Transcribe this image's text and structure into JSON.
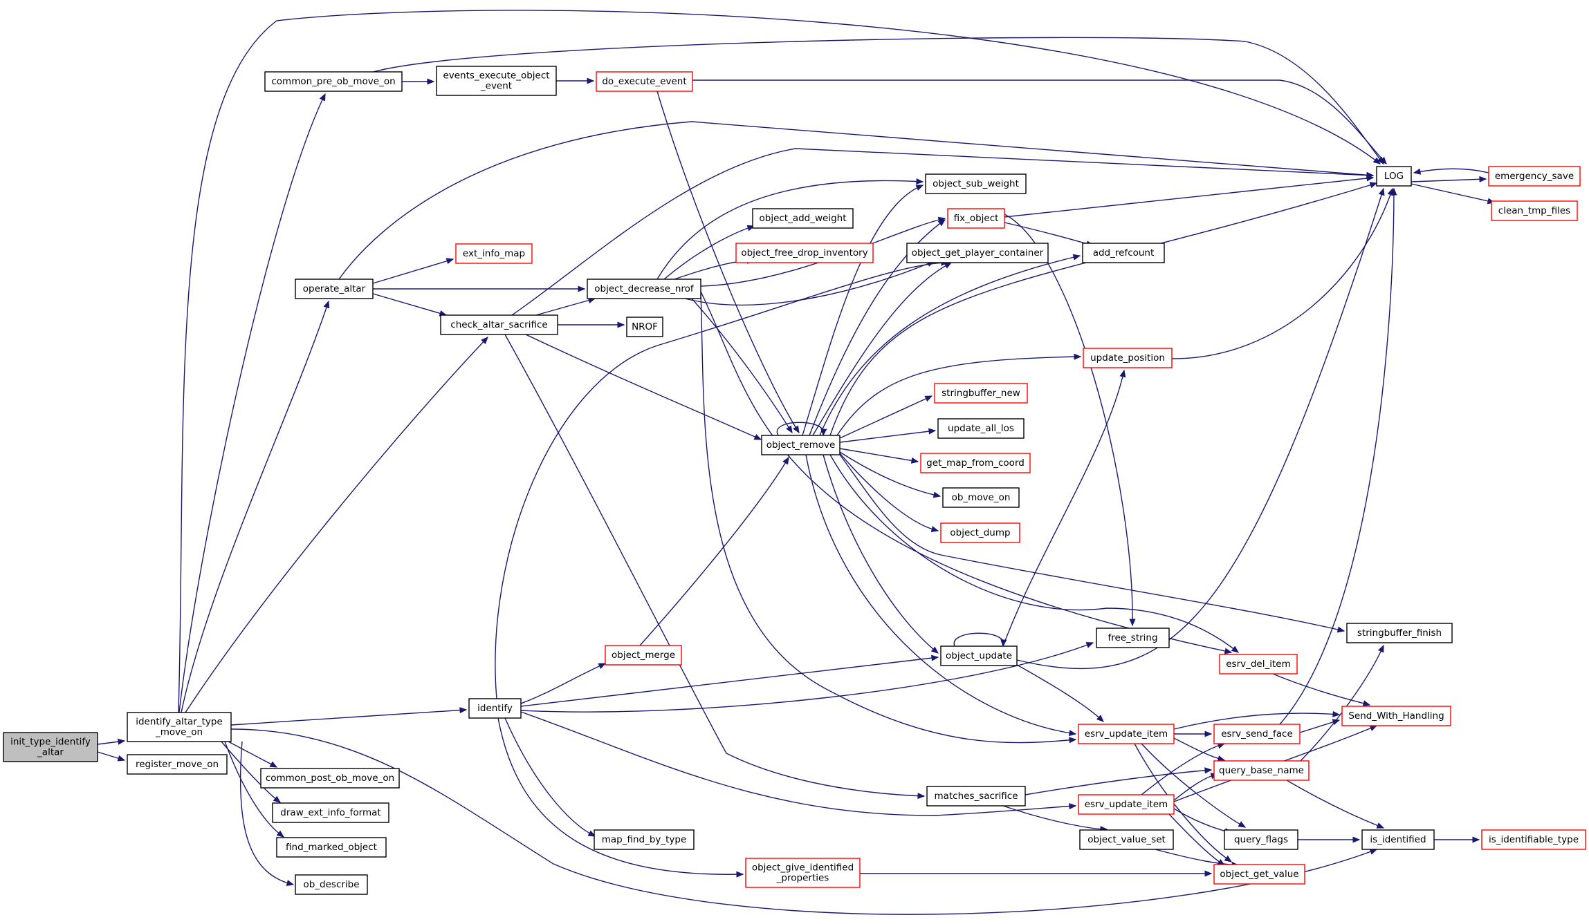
{
  "colors": {
    "edge": "#191970",
    "box_normal": "#000000",
    "box_truncated": "#ff0000",
    "box_root_fill": "#bfbfbf",
    "background": "#ffffff"
  },
  "nodes": [
    {
      "id": "init_type",
      "lines": [
        "init_type_identify",
        "_altar"
      ],
      "kind": "root"
    },
    {
      "id": "identify_altar",
      "lines": [
        "identify_altar_type",
        "_move_on"
      ],
      "kind": "normal"
    },
    {
      "id": "register_move_on",
      "lines": [
        "register_move_on"
      ],
      "kind": "normal"
    },
    {
      "id": "common_pre",
      "lines": [
        "common_pre_ob_move_on"
      ],
      "kind": "normal"
    },
    {
      "id": "events_exec",
      "lines": [
        "events_execute_object",
        "_event"
      ],
      "kind": "normal"
    },
    {
      "id": "do_execute_event",
      "lines": [
        "do_execute_event"
      ],
      "kind": "truncated"
    },
    {
      "id": "LOG",
      "lines": [
        "LOG"
      ],
      "kind": "normal"
    },
    {
      "id": "emergency_save",
      "lines": [
        "emergency_save"
      ],
      "kind": "truncated"
    },
    {
      "id": "clean_tmp_files",
      "lines": [
        "clean_tmp_files"
      ],
      "kind": "truncated"
    },
    {
      "id": "operate_altar",
      "lines": [
        "operate_altar"
      ],
      "kind": "normal"
    },
    {
      "id": "ext_info_map",
      "lines": [
        "ext_info_map"
      ],
      "kind": "truncated"
    },
    {
      "id": "check_altar",
      "lines": [
        "check_altar_sacrifice"
      ],
      "kind": "normal"
    },
    {
      "id": "object_decrease_nrof",
      "lines": [
        "object_decrease_nrof"
      ],
      "kind": "normal"
    },
    {
      "id": "NROF",
      "lines": [
        "NROF"
      ],
      "kind": "normal"
    },
    {
      "id": "object_sub_weight",
      "lines": [
        "object_sub_weight"
      ],
      "kind": "normal"
    },
    {
      "id": "object_add_weight",
      "lines": [
        "object_add_weight"
      ],
      "kind": "normal"
    },
    {
      "id": "object_free_drop",
      "lines": [
        "object_free_drop_inventory"
      ],
      "kind": "truncated"
    },
    {
      "id": "fix_object",
      "lines": [
        "fix_object"
      ],
      "kind": "truncated"
    },
    {
      "id": "object_get_player_container",
      "lines": [
        "object_get_player_container"
      ],
      "kind": "normal"
    },
    {
      "id": "add_refcount",
      "lines": [
        "add_refcount"
      ],
      "kind": "normal"
    },
    {
      "id": "update_position",
      "lines": [
        "update_position"
      ],
      "kind": "truncated"
    },
    {
      "id": "stringbuffer_new",
      "lines": [
        "stringbuffer_new"
      ],
      "kind": "truncated"
    },
    {
      "id": "update_all_los",
      "lines": [
        "update_all_los"
      ],
      "kind": "normal"
    },
    {
      "id": "object_remove",
      "lines": [
        "object_remove"
      ],
      "kind": "normal"
    },
    {
      "id": "get_map_from_coord",
      "lines": [
        "get_map_from_coord"
      ],
      "kind": "truncated"
    },
    {
      "id": "ob_move_on",
      "lines": [
        "ob_move_on"
      ],
      "kind": "normal"
    },
    {
      "id": "object_dump",
      "lines": [
        "object_dump"
      ],
      "kind": "truncated"
    },
    {
      "id": "stringbuffer_finish",
      "lines": [
        "stringbuffer_finish"
      ],
      "kind": "normal"
    },
    {
      "id": "free_string",
      "lines": [
        "free_string"
      ],
      "kind": "normal"
    },
    {
      "id": "object_update",
      "lines": [
        "object_update"
      ],
      "kind": "normal"
    },
    {
      "id": "object_merge",
      "lines": [
        "object_merge"
      ],
      "kind": "truncated"
    },
    {
      "id": "esrv_del_item",
      "lines": [
        "esrv_del_item"
      ],
      "kind": "truncated"
    },
    {
      "id": "Send_With_Handling",
      "lines": [
        "Send_With_Handling"
      ],
      "kind": "truncated"
    },
    {
      "id": "identify",
      "lines": [
        "identify"
      ],
      "kind": "normal"
    },
    {
      "id": "esrv_update_item_1",
      "lines": [
        "esrv_update_item"
      ],
      "kind": "truncated"
    },
    {
      "id": "esrv_send_face",
      "lines": [
        "esrv_send_face"
      ],
      "kind": "truncated"
    },
    {
      "id": "query_base_name",
      "lines": [
        "query_base_name"
      ],
      "kind": "truncated"
    },
    {
      "id": "common_post",
      "lines": [
        "common_post_ob_move_on"
      ],
      "kind": "normal"
    },
    {
      "id": "matches_sacrifice",
      "lines": [
        "matches_sacrifice"
      ],
      "kind": "normal"
    },
    {
      "id": "esrv_update_item_2",
      "lines": [
        "esrv_update_item"
      ],
      "kind": "truncated"
    },
    {
      "id": "draw_ext_info_format",
      "lines": [
        "draw_ext_info_format"
      ],
      "kind": "normal"
    },
    {
      "id": "object_value_set",
      "lines": [
        "object_value_set"
      ],
      "kind": "normal"
    },
    {
      "id": "query_flags",
      "lines": [
        "query_flags"
      ],
      "kind": "normal"
    },
    {
      "id": "is_identified",
      "lines": [
        "is_identified"
      ],
      "kind": "normal"
    },
    {
      "id": "is_identifiable_type",
      "lines": [
        "is_identifiable_type"
      ],
      "kind": "truncated"
    },
    {
      "id": "find_marked_object",
      "lines": [
        "find_marked_object"
      ],
      "kind": "normal"
    },
    {
      "id": "map_find_by_type",
      "lines": [
        "map_find_by_type"
      ],
      "kind": "normal"
    },
    {
      "id": "object_give_identified",
      "lines": [
        "object_give_identified",
        "_properties"
      ],
      "kind": "truncated"
    },
    {
      "id": "object_get_value",
      "lines": [
        "object_get_value"
      ],
      "kind": "truncated"
    },
    {
      "id": "ob_describe",
      "lines": [
        "ob_describe"
      ],
      "kind": "normal"
    }
  ],
  "edges": [
    [
      "init_type",
      "identify_altar"
    ],
    [
      "init_type",
      "register_move_on"
    ],
    [
      "identify_altar",
      "common_pre"
    ],
    [
      "identify_altar",
      "LOG"
    ],
    [
      "identify_altar",
      "operate_altar"
    ],
    [
      "identify_altar",
      "check_altar"
    ],
    [
      "identify_altar",
      "identify"
    ],
    [
      "identify_altar",
      "common_post"
    ],
    [
      "identify_altar",
      "draw_ext_info_format"
    ],
    [
      "identify_altar",
      "find_marked_object"
    ],
    [
      "identify_altar",
      "ob_describe"
    ],
    [
      "identify_altar",
      "is_identified"
    ],
    [
      "common_pre",
      "events_exec"
    ],
    [
      "common_pre",
      "LOG"
    ],
    [
      "events_exec",
      "do_execute_event"
    ],
    [
      "do_execute_event",
      "LOG"
    ],
    [
      "do_execute_event",
      "object_remove"
    ],
    [
      "LOG",
      "emergency_save"
    ],
    [
      "LOG",
      "clean_tmp_files"
    ],
    [
      "emergency_save",
      "LOG"
    ],
    [
      "operate_altar",
      "LOG"
    ],
    [
      "operate_altar",
      "ext_info_map"
    ],
    [
      "operate_altar",
      "object_decrease_nrof"
    ],
    [
      "operate_altar",
      "check_altar"
    ],
    [
      "check_altar",
      "LOG"
    ],
    [
      "check_altar",
      "object_decrease_nrof"
    ],
    [
      "check_altar",
      "NROF"
    ],
    [
      "check_altar",
      "object_remove"
    ],
    [
      "check_altar",
      "matches_sacrifice"
    ],
    [
      "object_decrease_nrof",
      "object_sub_weight"
    ],
    [
      "object_decrease_nrof",
      "object_add_weight"
    ],
    [
      "object_decrease_nrof",
      "object_free_drop"
    ],
    [
      "object_decrease_nrof",
      "fix_object"
    ],
    [
      "object_decrease_nrof",
      "object_get_player_container"
    ],
    [
      "object_decrease_nrof",
      "object_remove"
    ],
    [
      "object_decrease_nrof",
      "esrv_del_item"
    ],
    [
      "object_decrease_nrof",
      "esrv_update_item_1"
    ],
    [
      "fix_object",
      "LOG"
    ],
    [
      "fix_object",
      "add_refcount"
    ],
    [
      "fix_object",
      "free_string"
    ],
    [
      "update_position",
      "LOG"
    ],
    [
      "object_remove",
      "object_sub_weight"
    ],
    [
      "object_remove",
      "fix_object"
    ],
    [
      "object_remove",
      "object_get_player_container"
    ],
    [
      "object_remove",
      "add_refcount"
    ],
    [
      "object_remove",
      "LOG"
    ],
    [
      "object_remove",
      "update_position"
    ],
    [
      "object_remove",
      "stringbuffer_new"
    ],
    [
      "object_remove",
      "update_all_los"
    ],
    [
      "object_remove",
      "get_map_from_coord"
    ],
    [
      "object_remove",
      "ob_move_on"
    ],
    [
      "object_remove",
      "object_dump"
    ],
    [
      "object_remove",
      "stringbuffer_finish"
    ],
    [
      "object_remove",
      "object_update"
    ],
    [
      "object_remove",
      "esrv_del_item"
    ],
    [
      "object_remove",
      "esrv_update_item_1"
    ],
    [
      "object_remove",
      "object_remove"
    ],
    [
      "object_update",
      "update_position"
    ],
    [
      "object_update",
      "LOG"
    ],
    [
      "object_update",
      "esrv_update_item_1"
    ],
    [
      "object_update",
      "object_update"
    ],
    [
      "object_merge",
      "object_remove"
    ],
    [
      "esrv_del_item",
      "Send_With_Handling"
    ],
    [
      "identify",
      "object_merge"
    ],
    [
      "identify",
      "object_update"
    ],
    [
      "identify",
      "free_string"
    ],
    [
      "identify",
      "object_get_player_container"
    ],
    [
      "identify",
      "esrv_update_item_2"
    ],
    [
      "identify",
      "map_find_by_type"
    ],
    [
      "identify",
      "object_give_identified"
    ],
    [
      "esrv_update_item_1",
      "esrv_send_face"
    ],
    [
      "esrv_update_item_1",
      "Send_With_Handling"
    ],
    [
      "esrv_update_item_1",
      "query_base_name"
    ],
    [
      "esrv_update_item_1",
      "query_flags"
    ],
    [
      "esrv_update_item_1",
      "object_get_value"
    ],
    [
      "esrv_send_face",
      "LOG"
    ],
    [
      "esrv_send_face",
      "Send_With_Handling"
    ],
    [
      "query_base_name",
      "stringbuffer_finish"
    ],
    [
      "query_base_name",
      "is_identified"
    ],
    [
      "matches_sacrifice",
      "query_base_name"
    ],
    [
      "matches_sacrifice",
      "object_value_set"
    ],
    [
      "esrv_update_item_2",
      "esrv_send_face"
    ],
    [
      "esrv_update_item_2",
      "query_base_name"
    ],
    [
      "esrv_update_item_2",
      "Send_With_Handling"
    ],
    [
      "esrv_update_item_2",
      "query_flags"
    ],
    [
      "esrv_update_item_2",
      "object_get_value"
    ],
    [
      "object_value_set",
      "object_get_value"
    ],
    [
      "query_flags",
      "is_identified"
    ],
    [
      "is_identified",
      "is_identifiable_type"
    ],
    [
      "object_give_identified",
      "object_get_value"
    ]
  ]
}
